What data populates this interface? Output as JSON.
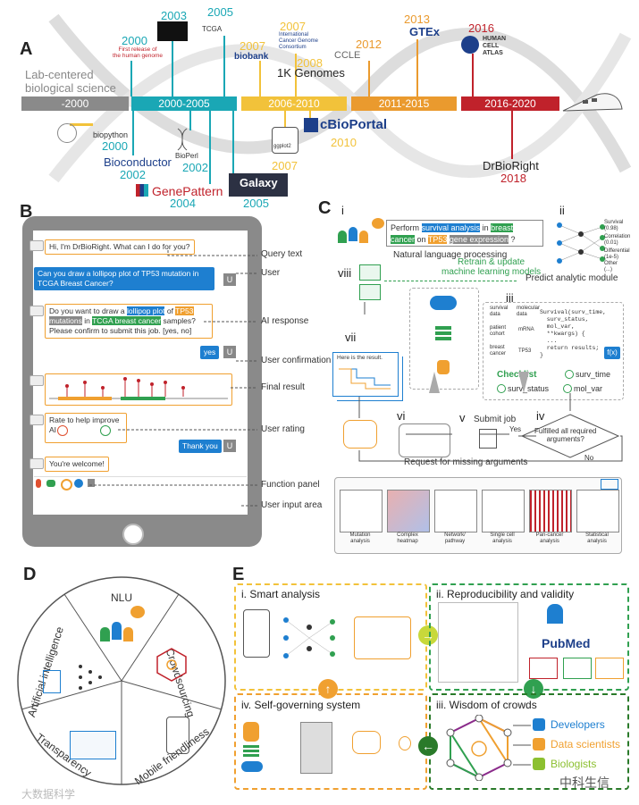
{
  "panels": {
    "a": "A",
    "b": "B",
    "c": "C",
    "d": "D",
    "e": "E"
  },
  "timeline": {
    "left_label": "Lab-centered\nbiological science",
    "bars": [
      {
        "label": "-2000",
        "color": "#8a8a8a"
      },
      {
        "label": "2000-2005",
        "color": "#1aa7b5"
      },
      {
        "label": "2006-2010",
        "color": "#f2c23a"
      },
      {
        "label": "2011-2015",
        "color": "#ea9a2e"
      },
      {
        "label": "2016-2020",
        "color": "#c0222b"
      }
    ],
    "above": [
      {
        "year": "2000",
        "text": "First release of\nthe human genome",
        "color": "#1aa7b5"
      },
      {
        "year": "2003",
        "text": "",
        "color": "#1aa7b5"
      },
      {
        "year": "2005",
        "text": "TCGA",
        "color": "#1aa7b5"
      },
      {
        "year": "2007",
        "text": "biobank",
        "color": "#f2c23a"
      },
      {
        "year": "2007",
        "text": "International\nCancer Genome\nConsortium",
        "color": "#f2c23a"
      },
      {
        "year": "2008",
        "text": "1K Genomes",
        "color": "#f2c23a"
      },
      {
        "year": "2012",
        "text": "CCLE",
        "color": "#ea9a2e"
      },
      {
        "year": "2013",
        "text": "GTEx",
        "color": "#ea9a2e"
      },
      {
        "year": "2016",
        "text": "HUMAN\nCELL\nATLAS",
        "color": "#c0222b"
      }
    ],
    "below": [
      {
        "year": "2000",
        "text": "biopython",
        "color": "#1aa7b5"
      },
      {
        "year": "2002",
        "text": "Bioconductor",
        "color": "#1aa7b5"
      },
      {
        "year": "2002",
        "text": "BioPerl",
        "color": "#1aa7b5"
      },
      {
        "year": "2004",
        "text": "GenePattern",
        "color": "#1aa7b5"
      },
      {
        "year": "2005",
        "text": "Galaxy",
        "color": "#1aa7b5"
      },
      {
        "year": "2007",
        "text": "ggplot2",
        "color": "#f2c23a"
      },
      {
        "year": "2010",
        "text": "cBioPortal",
        "color": "#f2c23a"
      },
      {
        "year": "2018",
        "text": "DrBioRight",
        "color": "#c0222b"
      }
    ]
  },
  "chat": {
    "greeting": "Hi, I'm DrBioRight. What can I do for you?",
    "query": "Can you draw a lollipop plot of  TP53 mutation in TCGA Breast Cancer?",
    "response_1": "Do you want to draw a",
    "response_hl1": "lollipop plot",
    "response_2": "of",
    "response_hl2": "TP53",
    "response_hl3": "mutations",
    "response_3": "in",
    "response_hl4": "TCGA breast cancer",
    "response_4": "samples?",
    "response_5": "Please confirm to submit this job. [yes, no]",
    "confirm": "yes",
    "user_tag": "U",
    "rating": "Rate to help improve AI",
    "thanks": "Thank you",
    "welcome": "You're welcome!",
    "callouts": [
      "Query text",
      "User",
      "AI response",
      "User confirmation",
      "Final result",
      "User rating",
      "Function panel",
      "User input area"
    ]
  },
  "pipeline": {
    "steps": [
      "i",
      "ii",
      "iii",
      "iv",
      "v",
      "vi",
      "vii",
      "viii"
    ],
    "query_1": "Perform",
    "query_hl1": "survival analysis",
    "query_2": "in",
    "query_hl2": "breast cancer",
    "query_3": "on",
    "query_hl3": "TP53",
    "query_hl4": "gene expression",
    "query_4": "?",
    "nlp": "Natural language processing",
    "retrain": "Retrain & update\nmachine learning models",
    "predict": "Predict analytic module",
    "probs": [
      "Survival\n(0.98)",
      "Correlation\n(0.01)",
      "Differential\n(1e-5)",
      "Other\n(...)"
    ],
    "survival_data": "survival\ndata",
    "patient_cohort": "patient\ncohort",
    "breast_cancer": "breast\ncancer",
    "molecular_data": "molecular\ndata",
    "mrna": "mRNA",
    "tp53": "TP53",
    "code": "Survival(surv_time,\n  surv_status,\n  mol_var,\n  **kwargs) {\n  ...\n  return results;\n}",
    "fx": "f(x)",
    "checklist": "Checklist",
    "checks": [
      "surv_time",
      "surv_status",
      "mol_var"
    ],
    "fulfilled": "Fulfilled all required\narguments?",
    "yes": "Yes",
    "no": "No",
    "submit": "Submit job",
    "here": "Here is the result.",
    "missing": "Request for missing arguments",
    "thumbs": [
      "Mutation\nanalysis",
      "Complex\nheatmap",
      "Network/\npathway",
      "Single cell\nanalysis",
      "Pan-cancer\nanalysis",
      "Statistical\nanalysis"
    ]
  },
  "wheel": [
    "NLU",
    "Crowdsourcing",
    "Mobile friendliness",
    "Transparency",
    "Artificial intelligence"
  ],
  "principles": {
    "smart": "i. Smart analysis",
    "repro": "ii. Reproducibility and validity",
    "crowd": "iii. Wisdom of crowds",
    "self": "iv. Self-governing system",
    "developers": "Developers",
    "scientists": "Data scientists",
    "biologists": "Biologists",
    "pubmed": "PubMed"
  },
  "watermarks": {
    "left": "大数据科学",
    "right": "中科生信"
  },
  "colors": {
    "teal": "#1aa7b5",
    "yellow": "#f2c23a",
    "orange": "#ea9a2e",
    "red": "#c0222b",
    "blue": "#1e7fd0",
    "green": "#30a050"
  }
}
